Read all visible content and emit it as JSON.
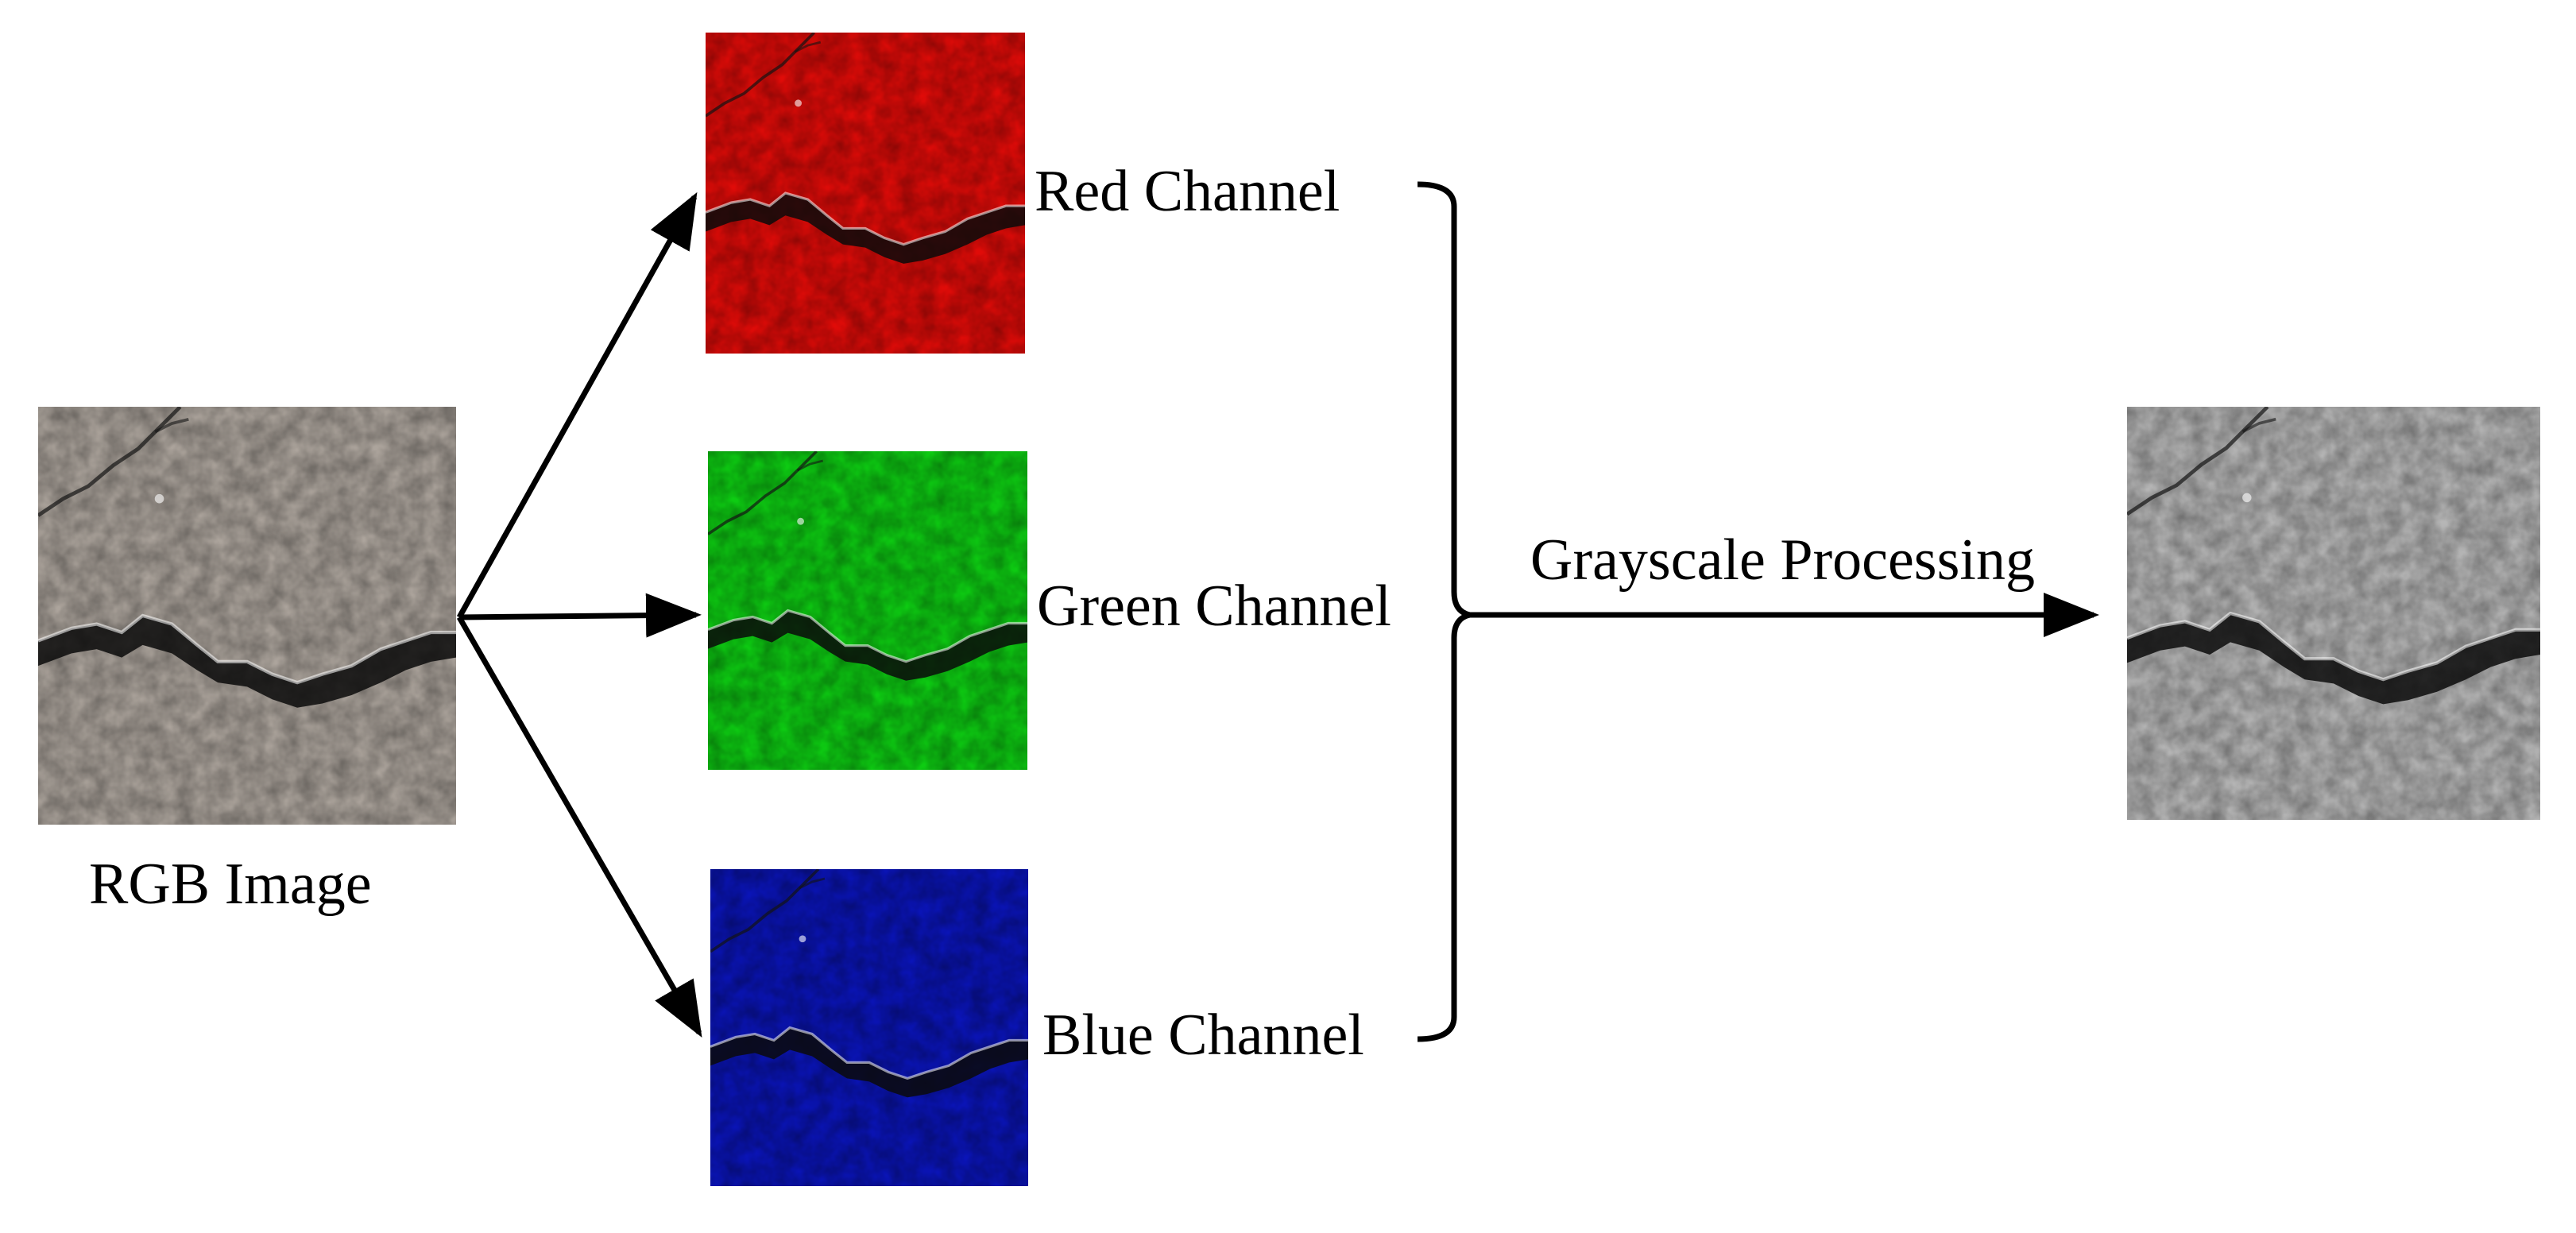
{
  "labels": {
    "rgb_image": "RGB Image",
    "red_channel": "Red Channel",
    "green_channel": "Green Channel",
    "blue_channel": "Blue Channel",
    "process": "Grayscale Processing"
  },
  "colors": {
    "red_channel": "#e00b08",
    "green_channel": "#0dcc12",
    "blue_channel": "#0a14b8",
    "rgb_concrete": "#aca49c",
    "grayscale": "#b6b6b6",
    "arrow": "#000000"
  }
}
